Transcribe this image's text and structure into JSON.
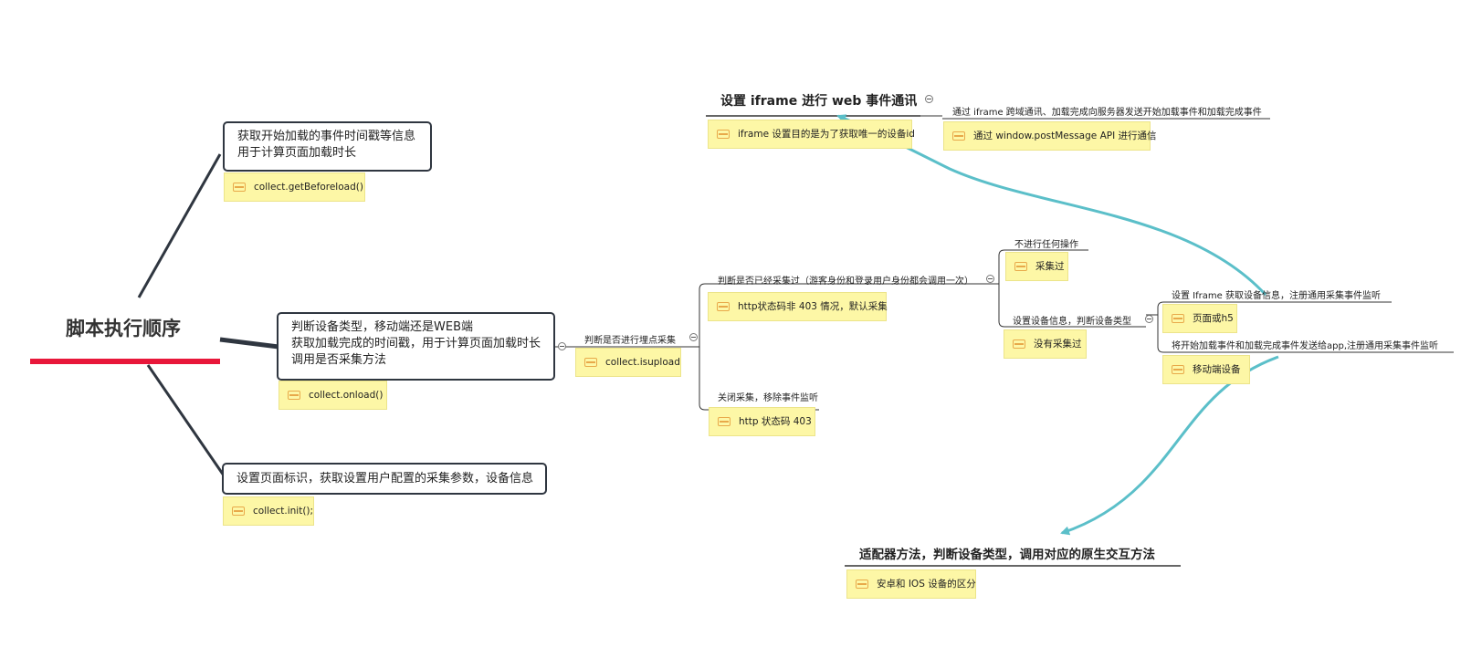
{
  "root": {
    "title": "脚本执行顺序",
    "underline_color": "#e8173a"
  },
  "topics": {
    "loadtime": {
      "lines": [
        "获取开始加载的事件时间戳等信息",
        "用于计算页面加载时长"
      ],
      "note": "collect.getBeforeload()"
    },
    "onload": {
      "lines": [
        "判断设备类型，移动端还是WEB端",
        "获取加载完成的时间戳，用于计算页面加载时长",
        "调用是否采集方法"
      ],
      "note": "collect.onload()"
    },
    "init": {
      "lines": [
        "设置页面标识，获取设置用户配置的采集参数，设备信息"
      ],
      "note": "collect.init();"
    }
  },
  "isupload": {
    "label": "判断是否进行埋点采集",
    "note": "collect.isupload"
  },
  "collected_check": {
    "label": "判断是否已经采集过（游客身份和登录用户身份都会调用一次）",
    "note": "http状态码非 403 情况，默认采集"
  },
  "close_collect": {
    "label": "关闭采集，移除事件监听",
    "note": "http 状态码 403"
  },
  "no_action": {
    "label": "不进行任何操作",
    "note": "采集过"
  },
  "set_device": {
    "label": "设置设备信息，判断设备类型",
    "note": "没有采集过"
  },
  "iframe_branch": {
    "label": "设置 Iframe 获取设备信息，注册通用采集事件监听",
    "note": "页面或h5"
  },
  "app_branch": {
    "label": "将开始加载事件和加载完成事件发送给app,注册通用采集事件监听",
    "note": "移动端设备"
  },
  "iframe_topic": {
    "title": "设置 iframe 进行 web 事件通讯",
    "note": "iframe 设置目的是为了获取唯一的设备id",
    "child_label": "通过 iframe 跨域通讯、加载完成向服务器发送开始加载事件和加载完成事件",
    "child_note": "通过 window.postMessage API 进行通信"
  },
  "adapter_topic": {
    "title": "适配器方法，判断设备类型，调用对应的原生交互方法",
    "note": "安卓和 IOS 设备的区分"
  },
  "colors": {
    "arrow": "#5bbfc9",
    "note_bg": "#fdf7a6",
    "node_border": "#2f3640"
  },
  "icons": {
    "note": "note-icon",
    "collapse": "collapse-icon"
  }
}
